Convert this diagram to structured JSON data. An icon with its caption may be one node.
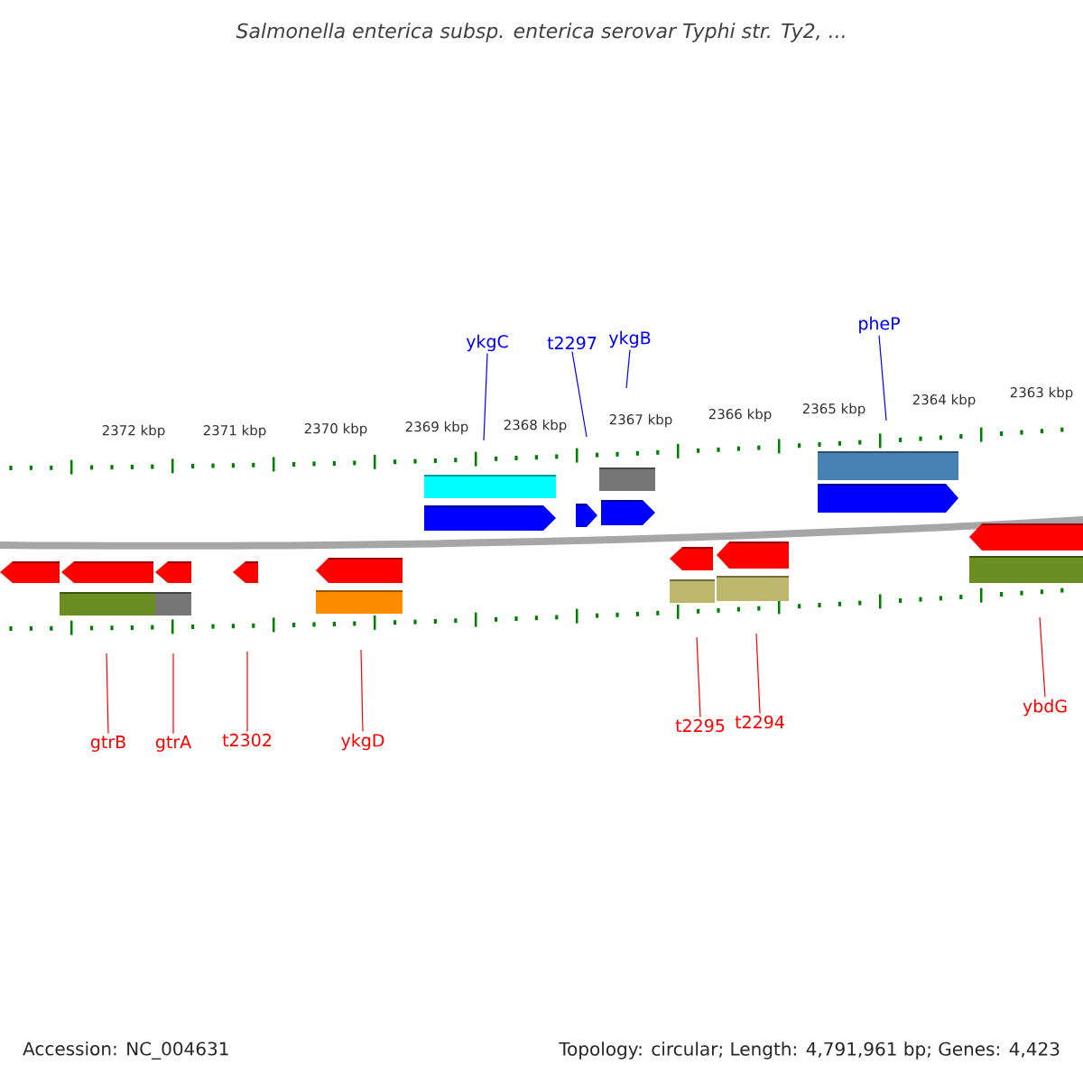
{
  "diagram": {
    "title": "*Salmonella enterica* subsp. *enterica* serovar *Typhi* str. *Ty2, ...*",
    "nodes": [
      {
        "text": [
          "ykgC"
        ]
      },
      {
        "text": [
          "t2297"
        ]
      },
      {
        "text": [
          "ykgB"
        ]
      },
      {
        "text": [
          "pheP"
        ]
      },
      {
        "text": [
          "gtrB"
        ]
      },
      {
        "text": [
          "gtrA"
        ]
      },
      {
        "text": [
          "t2302"
        ]
      },
      {
        "text": [
          "ykgD"
        ]
      },
      {
        "text": [
          "t2295"
        ]
      },
      {
        "text": [
          "t2294"
        ]
      },
      {
        "text": [
          "ybdG"
        ]
      }
    ],
    "edges": [
      {
        "from": 0,
        "to": null,
        "arrow": "none",
        "color": "#0000ff"
      },
      {
        "from": 1,
        "to": null,
        "arrow": "none",
        "color": "#0000ff"
      },
      {
        "from": 2,
        "to": null,
        "arrow": "none",
        "color": "#0000ff"
      },
      {
        "from": 3,
        "to": null,
        "arrow": "none",
        "color": "#0000ff"
      },
      {
        "from": 4,
        "to": null,
        "arrow": "none"
      },
      {
        "from": 5,
        "to": null,
        "arrow": "none"
      },
      {
        "from": 6,
        "to": null,
        "arrow": "none"
      },
      {
        "from": 7,
        "to": null,
        "arrow": "none"
      },
      {
        "from": 8,
        "to": null,
        "arrow": "none"
      },
      {
        "from": 9,
        "to": null,
        "arrow": "none"
      },
      {
        "from": 10,
        "to": null,
        "arrow": "none"
      }
    ],
    "labels": [
      "2372 kbp",
      "2371 kbp",
      "2370 kbp",
      "2369 kbp",
      "2368 kbp",
      "2367 kbp",
      "2366 kbp",
      "2365 kbp",
      "2364 kbp",
      "2363 kbp",
      "Accession: NC_004631",
      "Topology: circular; Length: 4,791,961 bp; Genes: 4,423"
    ]
  }
}
